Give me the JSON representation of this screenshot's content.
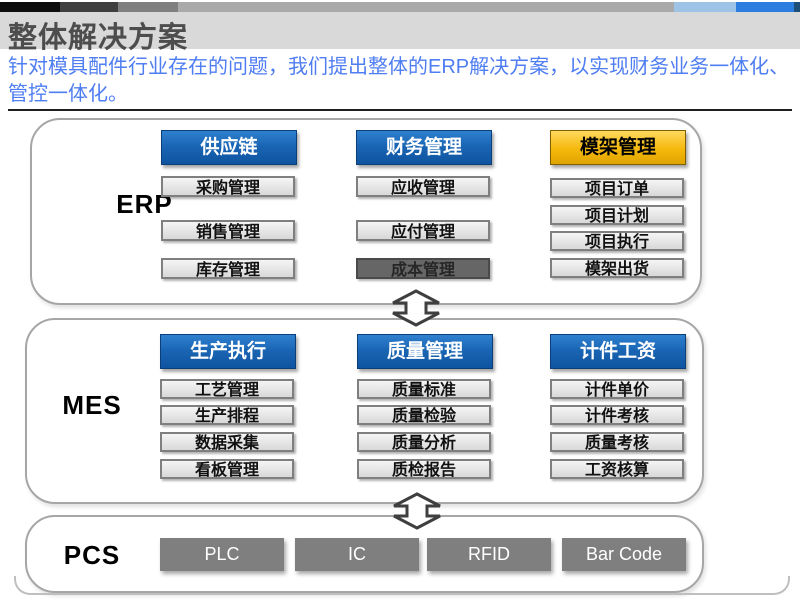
{
  "header": {
    "title": "整体解决方案"
  },
  "intro": {
    "text": "针对模具配件行业存在的问题，我们提出整体的ERP解决方案，以实现财务业务一体化、管控一体化。"
  },
  "erp": {
    "label": "ERP",
    "columns": [
      {
        "header": "供应链",
        "items": [
          "采购管理",
          "销售管理",
          "库存管理"
        ]
      },
      {
        "header": "财务管理",
        "items": [
          "应收管理",
          "应付管理",
          "成本管理"
        ]
      },
      {
        "header": "模架管理",
        "items": [
          "项目订单",
          "项目计划",
          "项目执行",
          "模架出货"
        ]
      }
    ]
  },
  "mes": {
    "label": "MES",
    "columns": [
      {
        "header": "生产执行",
        "items": [
          "工艺管理",
          "生产排程",
          "数据采集",
          "看板管理"
        ]
      },
      {
        "header": "质量管理",
        "items": [
          "质量标准",
          "质量检验",
          "质量分析",
          "质检报告"
        ]
      },
      {
        "header": "计件工资",
        "items": [
          "计件单价",
          "计件考核",
          "质量考核",
          "工资核算"
        ]
      }
    ]
  },
  "pcs": {
    "label": "PCS",
    "devices": [
      "PLC",
      "IC",
      "RFID",
      "Bar Code"
    ]
  },
  "colors": {
    "header_blue_top": "#2f80cf",
    "header_blue_bottom": "#0e54a0",
    "header_gold_top": "#ffd95e",
    "header_gold_bottom": "#dfa400",
    "item_gray": "#d8d8d8",
    "item_dark": "#666666",
    "pcs_button_gray": "#7f7f7f",
    "title_band_gray": "#d9d9d9",
    "intro_blue": "#4f7df2",
    "top_bar_blue": "#2b7de0",
    "top_bar_light_blue": "#9dc3e6"
  }
}
